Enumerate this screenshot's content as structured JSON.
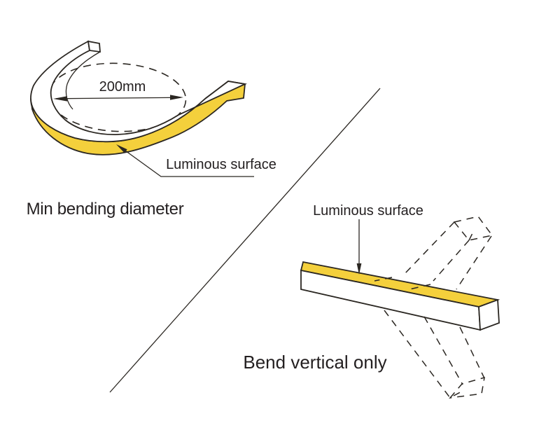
{
  "diagram": {
    "colors": {
      "luminous": "#f4d03c",
      "outline": "#2b2722",
      "text": "#231f20",
      "background": "#ffffff"
    },
    "left": {
      "dimension": "200mm",
      "luminous_label": "Luminous surface",
      "caption": "Min bending diameter"
    },
    "right": {
      "luminous_label": "Luminous surface",
      "caption": "Bend vertical only"
    }
  }
}
